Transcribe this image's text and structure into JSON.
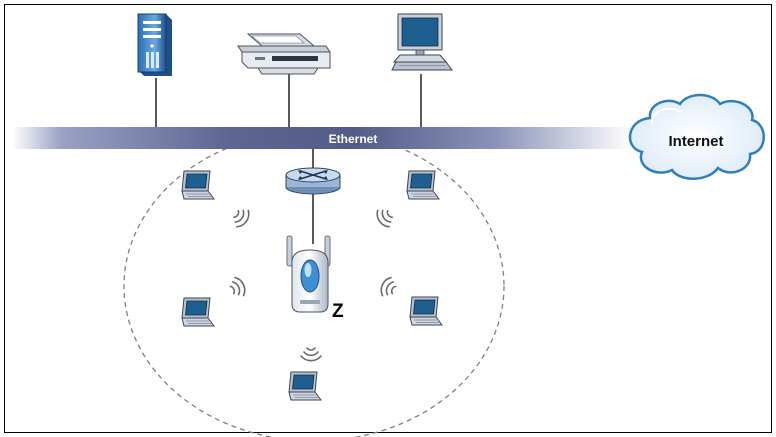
{
  "network": {
    "backbone_label": "Ethernet",
    "internet_label": "Internet",
    "ap_label": "Z"
  },
  "devices": {
    "wired": [
      "server-icon",
      "printer-icon",
      "desktop-computer-icon"
    ],
    "router": "router-icon",
    "access_point": "wireless-access-point-icon",
    "wireless_clients": [
      "laptop-icon",
      "laptop-icon",
      "laptop-icon",
      "laptop-icon",
      "laptop-icon"
    ]
  },
  "colors": {
    "backbone": "#5c6690",
    "cloud_outline": "#2f7fc0",
    "coverage_border": "#808080",
    "frame": "#000000"
  }
}
